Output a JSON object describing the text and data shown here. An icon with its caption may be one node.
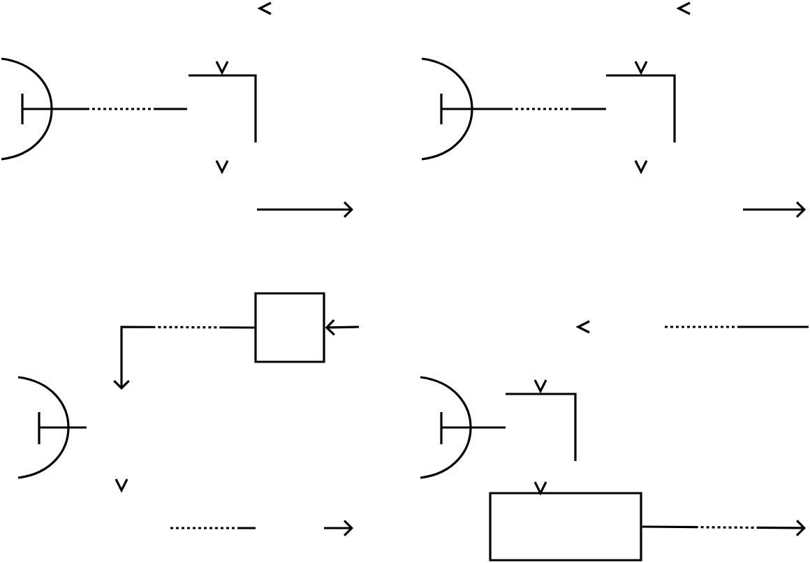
{
  "diagram": {
    "nodes": [
      {
        "text": [],
        "shape": "box"
      },
      {
        "text": [],
        "shape": "box"
      }
    ],
    "edges": [
      {
        "from": null,
        "to": 0,
        "arrow": "to"
      },
      {
        "from": 0,
        "to": null,
        "arrow": "to",
        "style": "dashed"
      },
      {
        "from": 1,
        "to": null,
        "arrow": "to",
        "style": "dashed"
      }
    ]
  }
}
